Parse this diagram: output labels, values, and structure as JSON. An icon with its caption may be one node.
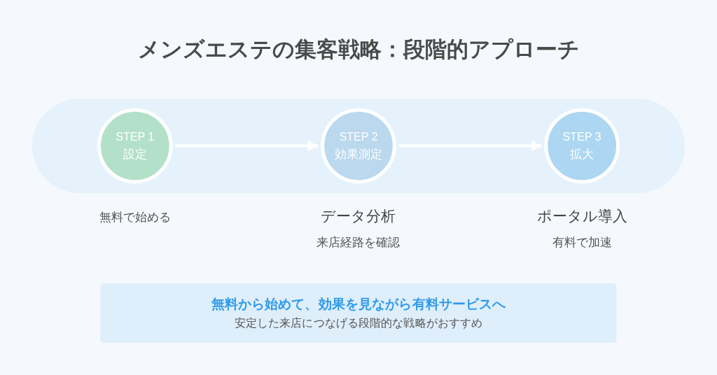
{
  "diagram": {
    "title": "メンズエステの集客戦略：段階的アプローチ",
    "nodes": [
      {
        "text": [],
        "shape": "band"
      },
      {
        "text": [
          "STEP 1",
          "設定"
        ],
        "in": 0,
        "beside": [
          "無料で始める"
        ]
      },
      {
        "text": [
          "STEP 2",
          "効果測定"
        ],
        "in": 0,
        "beside": [
          "データ分析",
          "来店経路を確認"
        ]
      },
      {
        "text": [
          "STEP 3",
          "拡大"
        ],
        "in": 0,
        "beside": [
          "ポータル導入",
          "有料で加速"
        ]
      },
      {
        "text": [
          "無料から始めて、効果を見ながら有料サービスへ",
          "安定した来店につなげる段階的な戦略がおすすめ"
        ]
      }
    ],
    "edges": [
      {
        "from": 1,
        "to": 2,
        "arrow": "to"
      },
      {
        "from": 2,
        "to": 3,
        "arrow": "to"
      }
    ]
  }
}
